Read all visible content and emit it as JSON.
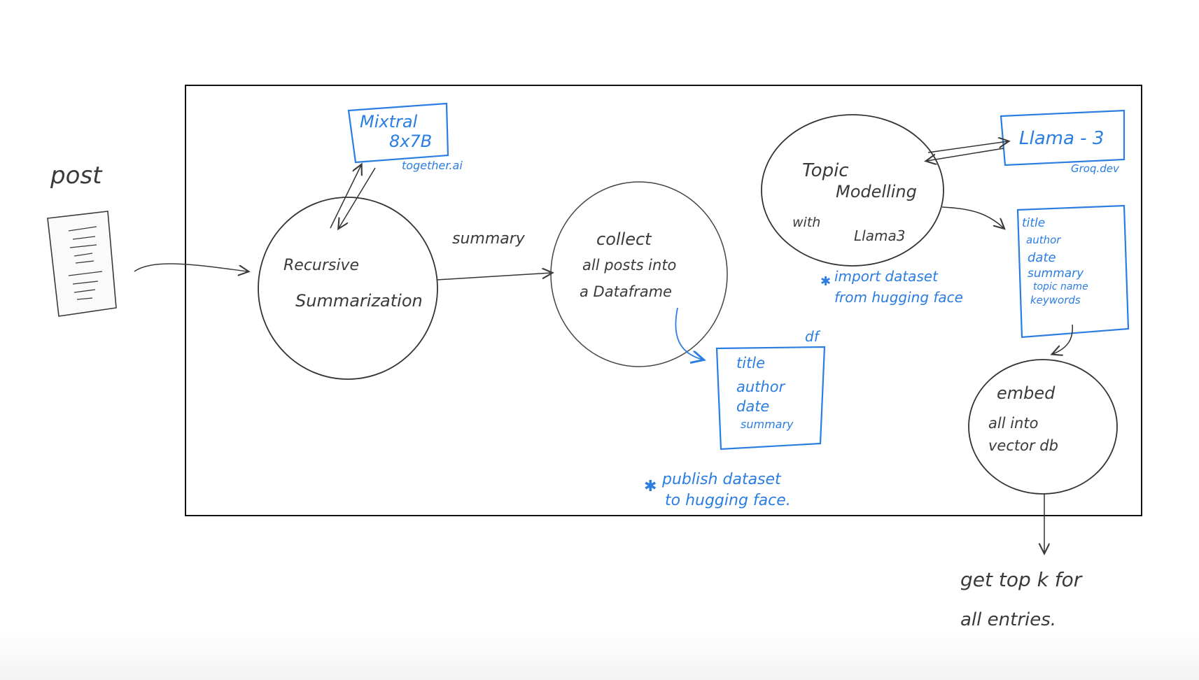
{
  "colors": {
    "ink": "#3a3a3a",
    "blue": "#2a7de1",
    "frame": "#111111"
  },
  "post": {
    "label": "post",
    "icon": "document-icon"
  },
  "recursive": {
    "line1": "Recursive",
    "line2": "Summarization"
  },
  "mixtral": {
    "line1": "Mixtral",
    "line2": "8x7B",
    "provider": "together.ai"
  },
  "summary_label": "summary",
  "collect": {
    "line1": "collect",
    "line2": "all posts into",
    "line3": "a  Dataframe"
  },
  "df": {
    "tag": "df",
    "fields": [
      "title",
      "author",
      "date",
      "summary"
    ]
  },
  "publish": {
    "line1": "publish dataset",
    "line2": "to hugging face."
  },
  "topic": {
    "line1": "Topic",
    "line2": "Modelling",
    "line3": "with",
    "line4": "Llama3"
  },
  "llama": {
    "label": "Llama - 3",
    "provider": "Groq.dev"
  },
  "import": {
    "line1": "import dataset",
    "line2": "from hugging face"
  },
  "topic_fields": [
    "title",
    "author",
    "date",
    "summary",
    "topic name",
    "keywords"
  ],
  "embed": {
    "line1": "embed",
    "line2": "all into",
    "line3": "vector db"
  },
  "output": {
    "line1": "get top k for",
    "line2": "all entries."
  }
}
